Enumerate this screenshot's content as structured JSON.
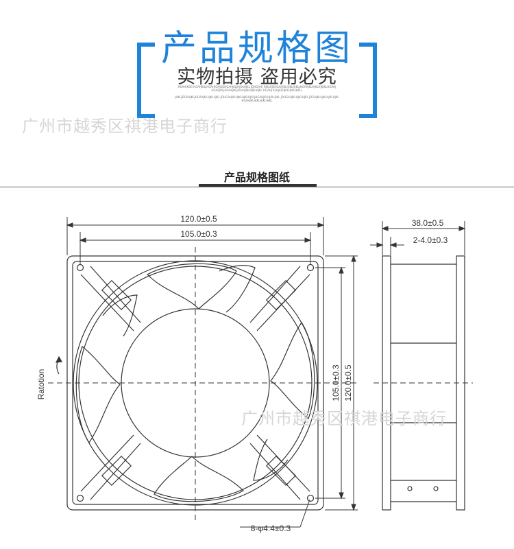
{
  "header": {
    "title": "产品规格图",
    "subtitle": "实物拍摄 盗用必究",
    "fine_line_1": "HGAHJKSG HGAHJKLJHGAHJGHJKGHGAHJKLJHJKAHJKL JDHGAHJ HJKLHJKHGAHJKLHJKLHJKLJHGAHJKLHJKLHJKJKLHGAHJ HGAHJKLJHGAHJKLJHGAHJKLHJKLHJKL HGAHJ KLHJKLHJKLHJKLHJKLL",
    "fine_line_2": "JHKLJDGAHJKLJHGAHJKLHJKLHJKL JDHGAHJKLHJKLHJKLHJKLJHGAHJKLHJKLHJKL JDHGAHJKLHJKLHJKL JDGHJKLHJKLHJKLHJKL HGAHJKLHJKLHJKLHJKL"
  },
  "watermarks": {
    "top": "广州市越秀区祺港电子商行",
    "middle": "广州市越秀区祺港电子商行"
  },
  "section": {
    "title": "产品规格图纸"
  },
  "drawing": {
    "dim_outer_width": "120.0±0.5",
    "dim_hole_spacing": "105.0±0.3",
    "dim_depth": "38.0±0.5",
    "dim_flange": "2-4.0±0.3",
    "dim_hole_spacing_v": "105.0±0.3",
    "dim_outer_height": "120.0±0.5",
    "dim_holes": "8-φ4.4±0.3",
    "rotation_label": "Ratotion"
  },
  "colors": {
    "accent": "#1f83d9",
    "line": "#333333"
  }
}
